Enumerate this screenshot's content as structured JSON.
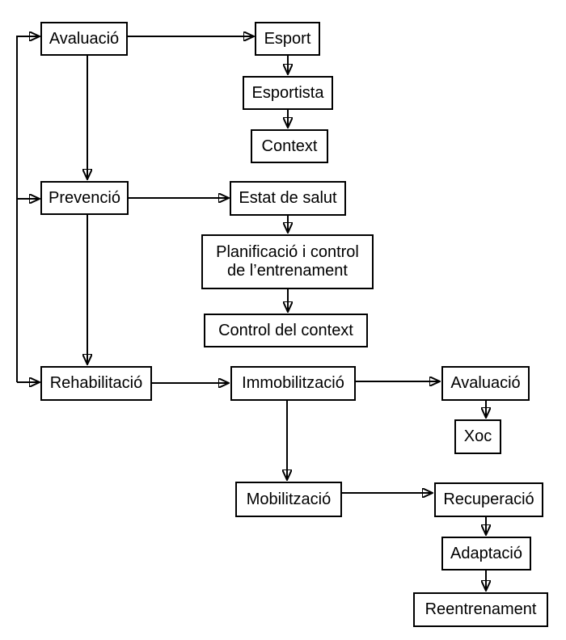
{
  "diagram": {
    "colors": {
      "background": "#ffffff",
      "box_border": "#000000",
      "text": "#000000",
      "line": "#000000"
    },
    "nodes": {
      "avaluacio": {
        "label": "Avaluació"
      },
      "esport": {
        "label": "Esport"
      },
      "esportista": {
        "label": "Esportista"
      },
      "context": {
        "label": "Context"
      },
      "prevencio": {
        "label": "Prevenció"
      },
      "estat_de_salut": {
        "label": "Estat de salut"
      },
      "planificacio": {
        "label": "Planificació i control\nde l’entrenament"
      },
      "control_context": {
        "label": "Control del context"
      },
      "rehabilitacio": {
        "label": "Rehabilitació"
      },
      "immobilitzacio": {
        "label": "Immobilització"
      },
      "avaluacio_2": {
        "label": "Avaluació"
      },
      "xoc": {
        "label": "Xoc"
      },
      "mobilitzacio": {
        "label": "Mobilització"
      },
      "recuperacio": {
        "label": "Recuperació"
      },
      "adaptacio": {
        "label": "Adaptació"
      },
      "reentrenament": {
        "label": "Reentrenament"
      }
    },
    "edges": [
      {
        "from": "avaluacio",
        "to": "esport"
      },
      {
        "from": "esport",
        "to": "esportista"
      },
      {
        "from": "esportista",
        "to": "context"
      },
      {
        "from": "avaluacio",
        "to": "prevencio"
      },
      {
        "from": "prevencio",
        "to": "estat_de_salut"
      },
      {
        "from": "estat_de_salut",
        "to": "planificacio"
      },
      {
        "from": "planificacio",
        "to": "control_context"
      },
      {
        "from": "prevencio",
        "to": "rehabilitacio"
      },
      {
        "from": "rehabilitacio",
        "to": "immobilitzacio"
      },
      {
        "from": "immobilitzacio",
        "to": "avaluacio_2"
      },
      {
        "from": "avaluacio_2",
        "to": "xoc"
      },
      {
        "from": "immobilitzacio",
        "to": "mobilitzacio"
      },
      {
        "from": "mobilitzacio",
        "to": "recuperacio"
      },
      {
        "from": "recuperacio",
        "to": "adaptacio"
      },
      {
        "from": "adaptacio",
        "to": "reentrenament"
      }
    ],
    "feedback_rail": {
      "targets": [
        "avaluacio",
        "prevencio",
        "rehabilitacio"
      ]
    }
  }
}
